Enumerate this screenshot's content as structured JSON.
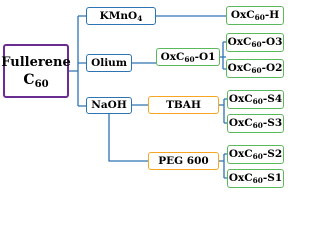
{
  "colors": {
    "root_border": "#6a2d91",
    "reagent_border": "#2e74b5",
    "intermediate_border": "#f5a623",
    "product_border": "#5cb85c",
    "connector": "#2e74b5"
  },
  "root": {
    "line1": "Fullerene",
    "line2_main": "C",
    "line2_sub": "60"
  },
  "reagents": {
    "kmno4": {
      "main": "KMnO",
      "sub": "4"
    },
    "olium": {
      "label": "Olium"
    },
    "naoh": {
      "label": "NaOH"
    }
  },
  "intermediates": {
    "oxc60_o1": {
      "main": "OxC",
      "sub": "60",
      "suffix": "-O1"
    },
    "tbah": {
      "label": "TBAH"
    },
    "peg600": {
      "label": "PEG 600"
    }
  },
  "products": {
    "oxc60_h": {
      "main": "OxC",
      "sub": "60",
      "suffix": "-H"
    },
    "oxc60_o3": {
      "main": "OxC",
      "sub": "60",
      "suffix": "-O3"
    },
    "oxc60_o2": {
      "main": "OxC",
      "sub": "60",
      "suffix": "-O2"
    },
    "oxc60_s4": {
      "main": "OxC",
      "sub": "60",
      "suffix": "-S4"
    },
    "oxc60_s3": {
      "main": "OxC",
      "sub": "60",
      "suffix": "-S3"
    },
    "oxc60_s2": {
      "main": "OxC",
      "sub": "60",
      "suffix": "-S2"
    },
    "oxc60_s1": {
      "main": "OxC",
      "sub": "60",
      "suffix": "-S1"
    }
  }
}
